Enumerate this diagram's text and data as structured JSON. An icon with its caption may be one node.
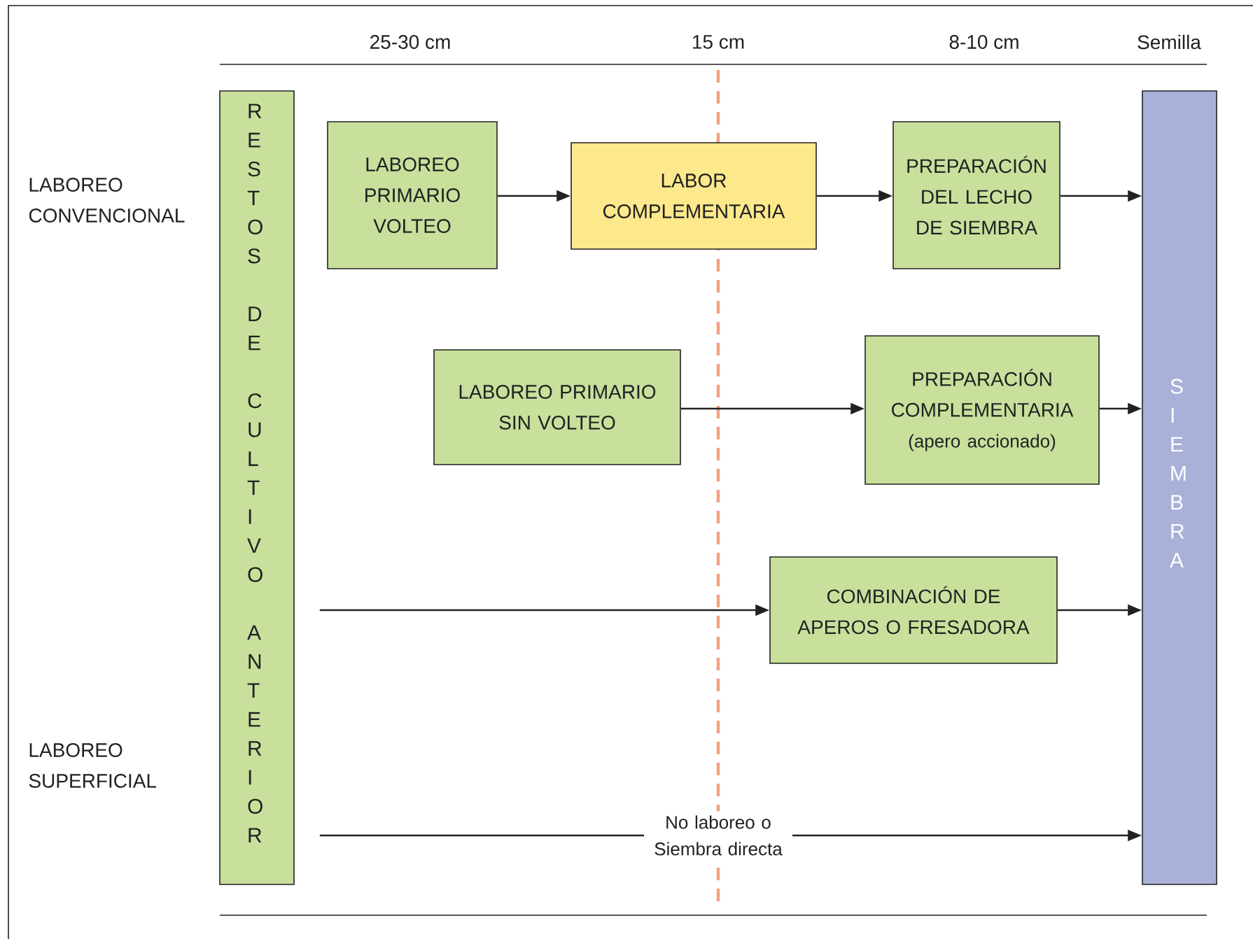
{
  "diagram": {
    "nodes": [
      {
        "text": [
          "RESTOS DE CULTIVO ANTERIOR"
        ]
      },
      {
        "text": [
          "LABOREO PRIMARIO VOLTEO"
        ]
      },
      {
        "text": [
          "LABOR COMPLEMENTARIA"
        ]
      },
      {
        "text": [
          "PREPARACIÓN DEL LECHO DE SIEMBRA"
        ]
      },
      {
        "text": [
          "LABOREO PRIMARIO SIN VOLTEO"
        ]
      },
      {
        "text": [
          "PREPARACIÓN COMPLEMENTARIA",
          "(apero accionado)"
        ]
      },
      {
        "text": [
          "COMBINACIÓN DE APEROS O FRESADORA"
        ]
      },
      {
        "text": [
          "SIEMBRA"
        ]
      }
    ],
    "edges": [
      {
        "from": 1,
        "to": 2,
        "arrow": "to"
      },
      {
        "from": 2,
        "to": 3,
        "arrow": "to"
      },
      {
        "from": 3,
        "to": 7,
        "arrow": "to"
      },
      {
        "from": 4,
        "to": 5,
        "arrow": "to"
      },
      {
        "from": 5,
        "to": 7,
        "arrow": "to"
      },
      {
        "from": 0,
        "to": 6,
        "arrow": "to"
      },
      {
        "from": 6,
        "to": 7,
        "arrow": "to"
      },
      {
        "from": 0,
        "to": 7,
        "arrow": "to",
        "label": "No laboreo o Siembra directa"
      }
    ],
    "labels": [
      "25-30 cm",
      "15 cm",
      "8-10 cm",
      "Semilla",
      "LABOREO CONVENCIONAL",
      "LABOREO SUPERFICIAL"
    ]
  }
}
